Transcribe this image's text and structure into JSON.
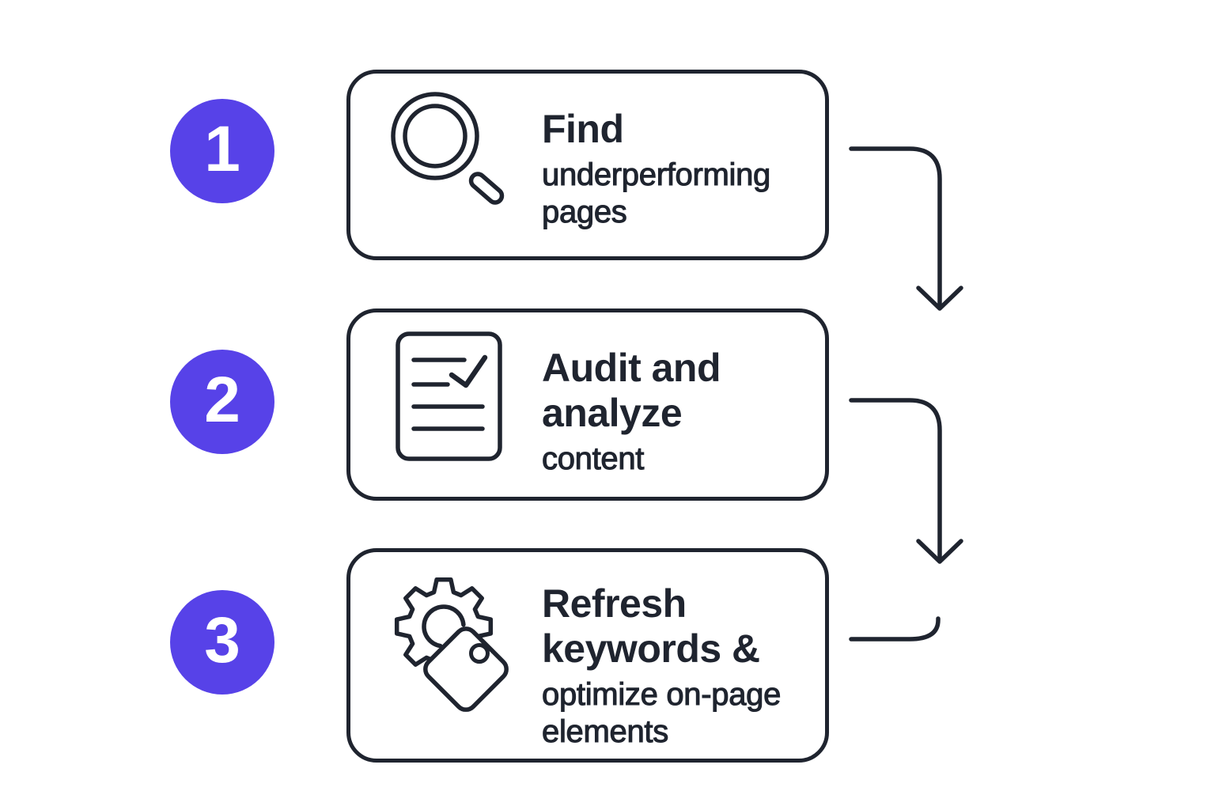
{
  "theme": {
    "background": "#ffffff",
    "ink": "#1f242f",
    "accent": "#5742e8",
    "badge_number_color": "#ffffff"
  },
  "diagram": {
    "description": "three-step SEO content refresh process flow"
  },
  "steps": [
    {
      "number": "1",
      "icon": "magnifier-icon",
      "title": [
        "Find"
      ],
      "subtitle": [
        "underperforming",
        "pages"
      ]
    },
    {
      "number": "2",
      "icon": "document-checklist-icon",
      "title": [
        "Audit and",
        "analyze"
      ],
      "subtitle": [
        "content"
      ]
    },
    {
      "number": "3",
      "icon": "gear-tag-icon",
      "title": [
        "Refresh",
        "keywords &"
      ],
      "subtitle": [
        "optimize on-page",
        "elements"
      ]
    }
  ]
}
